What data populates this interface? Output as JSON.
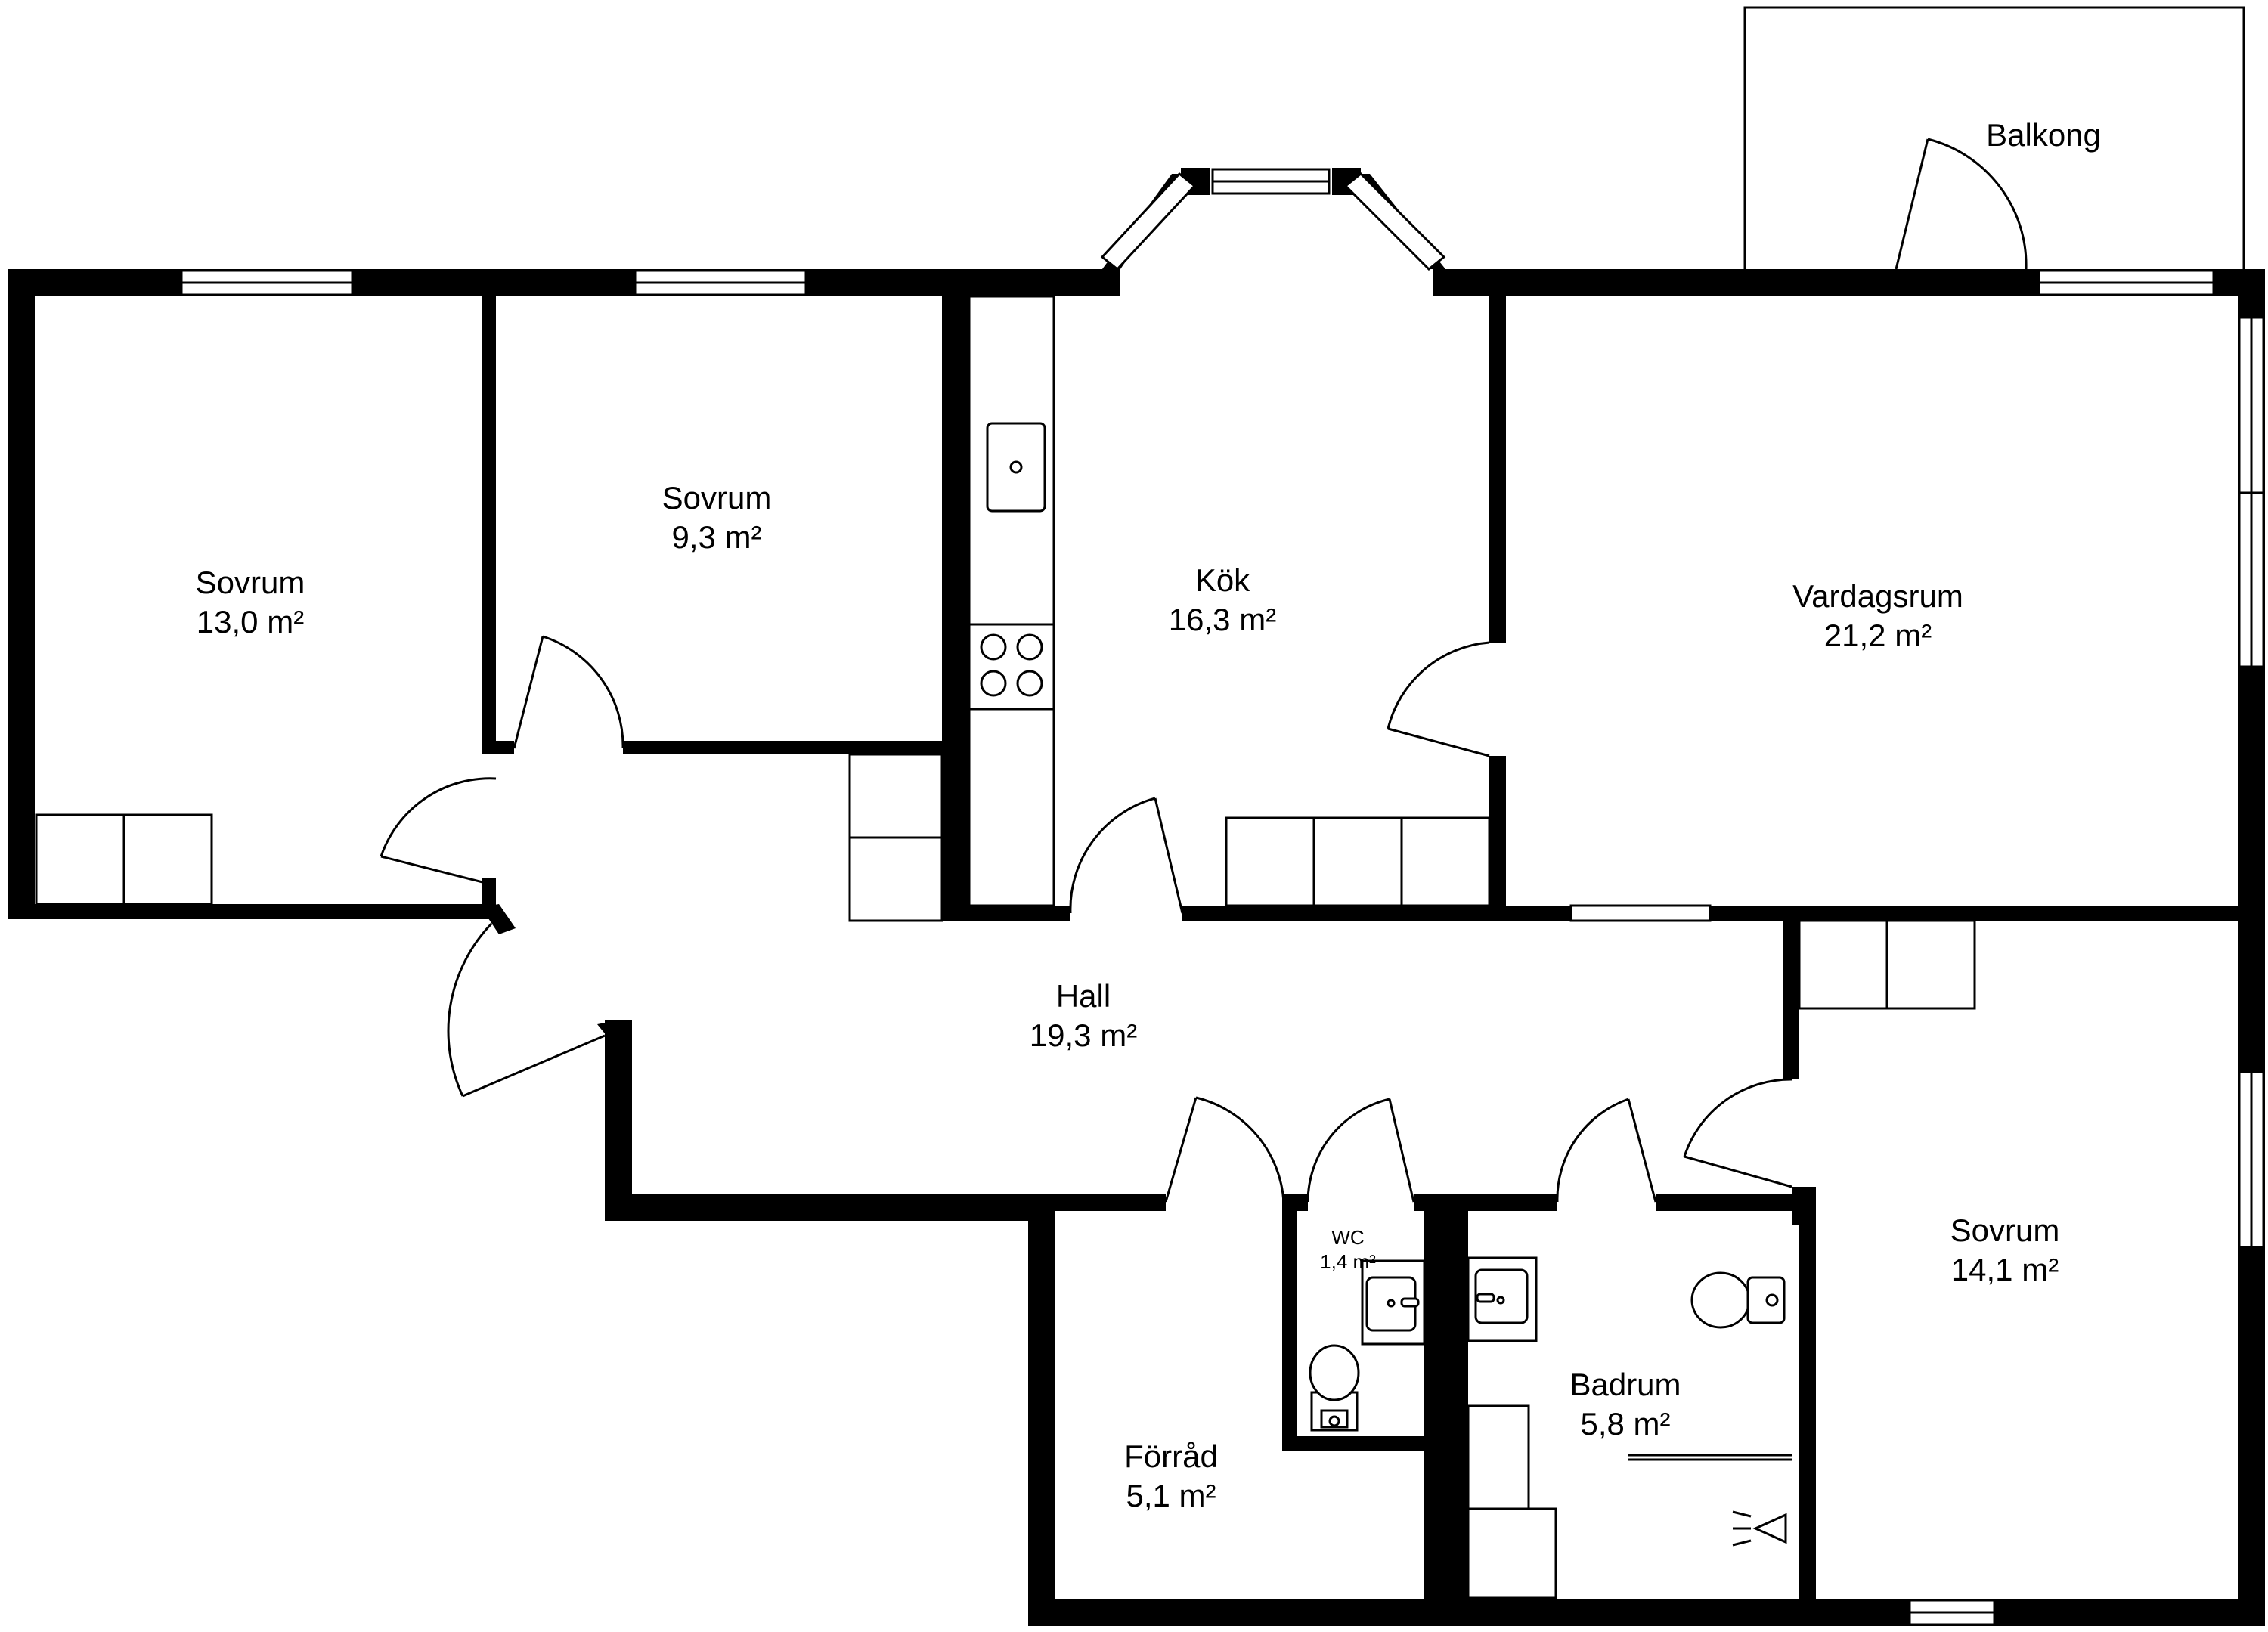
{
  "rooms": {
    "sovrum_west": {
      "name": "Sovrum",
      "area": "13,0 m²"
    },
    "sovrum_north": {
      "name": "Sovrum",
      "area": "9,3 m²"
    },
    "kok": {
      "name": "Kök",
      "area": "16,3 m²"
    },
    "vardagsrum": {
      "name": "Vardagsrum",
      "area": "21,2 m²"
    },
    "balkong": {
      "name": "Balkong"
    },
    "hall": {
      "name": "Hall",
      "area": "19,3 m²"
    },
    "wc": {
      "name": "WC",
      "area": "1,4 m²"
    },
    "forrad": {
      "name": "Förråd",
      "area": "5,1 m²"
    },
    "badrum": {
      "name": "Badrum",
      "area": "5,8 m²"
    },
    "sovrum_east": {
      "name": "Sovrum",
      "area": "14,1 m²"
    }
  },
  "colors": {
    "wall": "#000000",
    "background": "#ffffff"
  }
}
